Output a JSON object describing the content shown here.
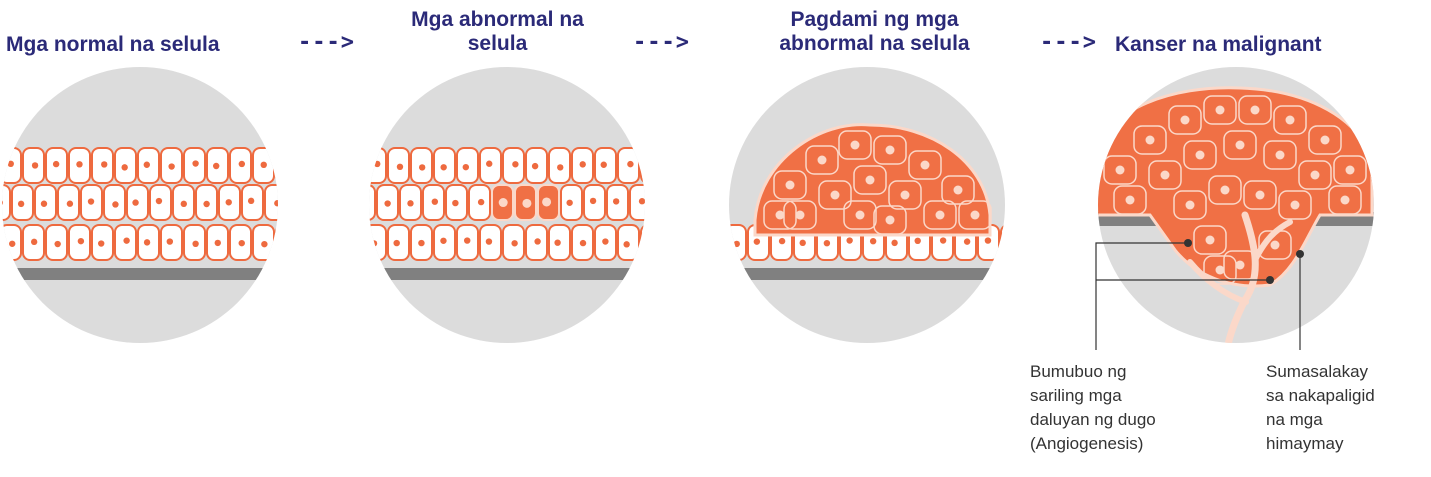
{
  "stages": [
    {
      "title": "Mga normal na selula"
    },
    {
      "title": "Mga abnormal na selula"
    },
    {
      "title": "Pagdami ng mga abnormal na selula"
    },
    {
      "title": "Kanser na malignant"
    }
  ],
  "arrow_label": "--->",
  "callouts": {
    "angiogenesis": "Bumubuo ng\nsariling mga\ndaluyan ng dugo\n(Angiogenesis)",
    "invasion": "Sumasalakay\nsa nakapaligid\nna mga\nhimaymay"
  },
  "colors": {
    "title": "#2b2a78",
    "circle_bg": "#dcdcdc",
    "membrane": "#808080",
    "cell_outline": "#ee6a3f",
    "abnormal_fill": "#f07045",
    "nucleus": "#ee6a3f",
    "vessel": "#fbd8c9"
  }
}
